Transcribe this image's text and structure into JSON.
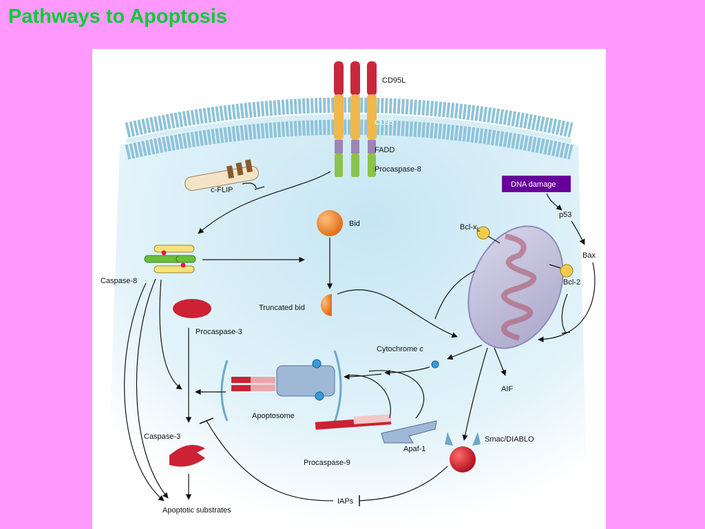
{
  "slide": {
    "title": "Pathways to Apoptosis"
  },
  "labels": {
    "cd95l": "CD95L",
    "cd95": "CD95",
    "fadd": "FADD",
    "procaspase8": "Procaspase-8",
    "cflip": "c-FLIP",
    "dna_damage": "DNA damage",
    "p53": "p53",
    "bax": "Bax",
    "bid": "Bid",
    "bclxl_main": "Bcl-x",
    "bclxl_sub": "L",
    "bcl2": "Bcl-2",
    "caspase8": "Caspase-8",
    "truncated_bid": "Truncated bid",
    "procaspase3": "Procaspase-3",
    "cytochrome_main": "Cytochrome ",
    "cytochrome_c": "c",
    "aif": "AIF",
    "apoptosome": "Apoptosome",
    "caspase3": "Caspase-3",
    "apaf1": "Apaf-1",
    "smac": "Smac/DIABLO",
    "procaspase9": "Procaspase-9",
    "iaps": "IAPs",
    "apoptotic_substrates": "Apoptotic substrates"
  },
  "colors": {
    "slide_background": "#ff99ff",
    "title": "#00cc33",
    "cytoplasm": "#d4edf7",
    "membrane": "#8fc3d8",
    "caspase": "#cc2233",
    "dna_damage_box": "#660099",
    "bid": "#f08a30",
    "bcl": "#f2cc50"
  }
}
